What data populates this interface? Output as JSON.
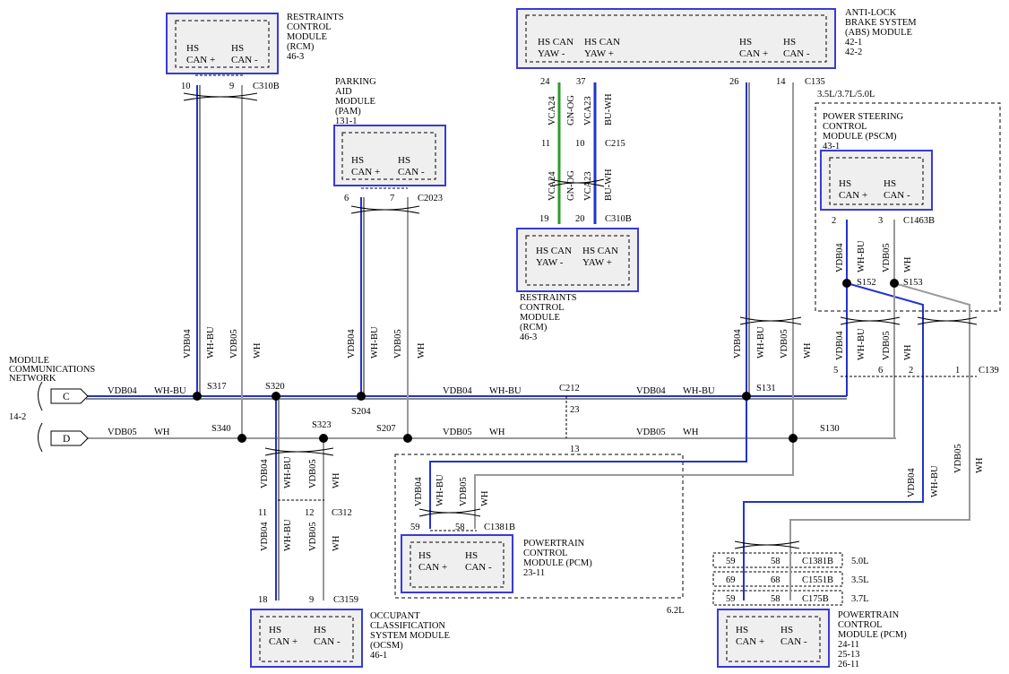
{
  "network": {
    "title": [
      "MODULE",
      "COMMUNICATIONS",
      "NETWORK"
    ],
    "ref": "14-2",
    "c": "C",
    "d": "D"
  },
  "pins": {
    "can_plus": [
      "HS",
      "CAN +"
    ],
    "can_minus": [
      "HS",
      "CAN -"
    ],
    "yaw_minus": [
      "HS CAN",
      "YAW -"
    ],
    "yaw_plus": [
      "HS CAN",
      "YAW +"
    ],
    "can_plus_1": "HS CAN +",
    "can_minus_1": "HS CAN -"
  },
  "wires": {
    "vdb04": "VDB04",
    "vdb05": "VDB05",
    "wh_bu": "WH-BU",
    "wh": "WH",
    "vca24": "VCA24",
    "vca23": "VCA23",
    "gn_og": "GN-OG",
    "bu_wh": "BU-WH"
  },
  "splices": {
    "s317": "S317",
    "s320": "S320",
    "s340": "S340",
    "s323": "S323",
    "s204": "S204",
    "s207": "S207",
    "s131": "S131",
    "s130": "S130",
    "s152": "S152",
    "s153": "S153"
  },
  "modules": {
    "rcm_top": {
      "label": [
        "RESTRAINTS",
        "CONTROL",
        "MODULE",
        "(RCM)",
        "46-3"
      ],
      "pin_plus": "10",
      "pin_minus": "9",
      "conn": "C310B"
    },
    "pam": {
      "label": [
        "PARKING",
        "AID",
        "MODULE",
        "(PAM)",
        "131-1"
      ],
      "pin_plus": "6",
      "pin_minus": "7",
      "conn": "C2023"
    },
    "abs": {
      "label": [
        "ANTI-LOCK",
        "BRAKE SYSTEM",
        "(ABS) MODULE",
        "42-1",
        "42-2"
      ],
      "pin_yaw_minus": "24",
      "pin_yaw_plus": "37",
      "pin_plus": "26",
      "pin_minus": "14",
      "conn": "C135"
    },
    "c215": {
      "pin_a": "11",
      "pin_b": "10",
      "conn": "C215"
    },
    "rcm_mid": {
      "label": [
        "RESTRAINTS",
        "CONTROL",
        "MODULE",
        "(RCM)",
        "46-3"
      ],
      "pin_a": "19",
      "pin_b": "20",
      "conn": "C310B"
    },
    "pscm": {
      "variant": "3.5L/3.7L/5.0L",
      "label": [
        "POWER STEERING",
        "CONTROL",
        "MODULE (PSCM)",
        "43-1"
      ],
      "pin_plus": "2",
      "pin_minus": "3",
      "conn": "C1463B"
    },
    "c139": {
      "p5": "5",
      "p6": "6",
      "p2": "2",
      "p1": "1",
      "conn": "C139"
    },
    "c212": {
      "conn": "C212",
      "p23": "23",
      "p13": "13"
    },
    "c312": {
      "p11": "11",
      "p12": "12",
      "conn": "C312"
    },
    "ocsm": {
      "label": [
        "OCCUPANT",
        "CLASSIFICATION",
        "SYSTEM MODULE",
        "(OCSM)",
        "46-1"
      ],
      "pin_plus": "18",
      "pin_minus": "9",
      "conn": "C3159"
    },
    "pcm62": {
      "label": [
        "POWERTRAIN",
        "CONTROL",
        "MODULE (PCM)",
        "23-11"
      ],
      "pin_plus": "59",
      "pin_minus": "58",
      "conn": "C1381B",
      "variant": "6.2L"
    },
    "pcm_btm": {
      "label": [
        "POWERTRAIN",
        "CONTROL",
        "MODULE (PCM)",
        "24-11",
        "25-13",
        "26-11"
      ],
      "rows": [
        {
          "a": "59",
          "b": "58",
          "conn": "C1381B",
          "variant": "5.0L"
        },
        {
          "a": "69",
          "b": "68",
          "conn": "C1551B",
          "variant": "3.5L"
        },
        {
          "a": "59",
          "b": "58",
          "conn": "C175B",
          "variant": "3.7L"
        }
      ]
    }
  },
  "colors": {
    "blue": "#2233cc",
    "green": "#2e9b2e",
    "module_fill": "#efefef",
    "box_stroke": "#3a3ad8"
  }
}
